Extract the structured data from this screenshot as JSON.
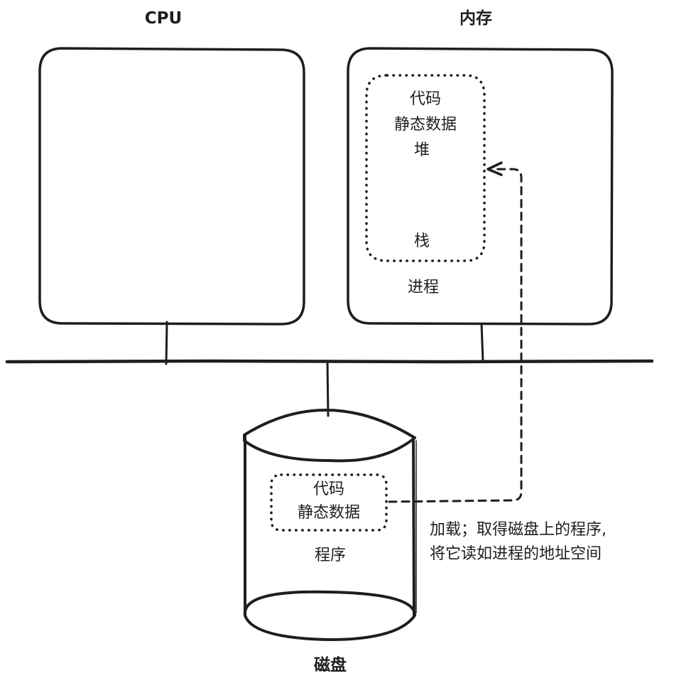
{
  "diagram": {
    "cpu": {
      "title": "CPU"
    },
    "memory": {
      "title": "内存",
      "process": {
        "label": "进程",
        "segments": {
          "code": "代码",
          "static_data": "静态数据",
          "heap": "堆",
          "stack": "栈"
        }
      }
    },
    "disk": {
      "title": "磁盘",
      "program": {
        "label": "程序",
        "segments": {
          "code": "代码",
          "static_data": "静态数据"
        }
      }
    },
    "load_arrow": {
      "annotation_line1": "加载；取得磁盘上的程序,",
      "annotation_line2": "将它读如进程的地址空间"
    },
    "colors": {
      "stroke": "#1e1e1e",
      "background": "#ffffff"
    }
  }
}
